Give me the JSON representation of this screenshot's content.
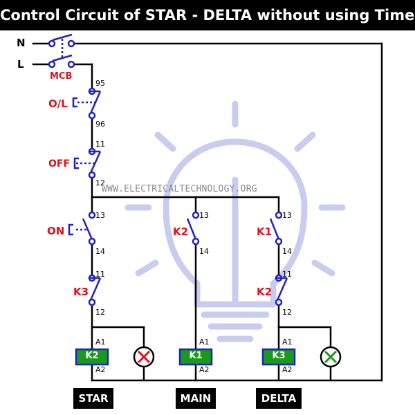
{
  "title": "Control Circuit of STAR - DELTA without using Timer",
  "watermark": "WWW.ELECTRICALTECHNOLOGY.ORG",
  "supply": {
    "neutral": "N",
    "line": "L"
  },
  "labels": {
    "mcb": "MCB",
    "overload": "O/L",
    "off": "OFF",
    "on": "ON",
    "k3_contact": "K3",
    "k2_contact": "K2",
    "k1_contact": "K1",
    "k2_contact_b": "K2"
  },
  "terminals": {
    "ol_top": "95",
    "ol_bottom": "96",
    "off_top": "11",
    "off_bottom": "12",
    "on_top": "13",
    "on_bottom": "14",
    "k3_top": "11",
    "k3_bottom": "12",
    "k2_top": "13",
    "k2_bottom": "14",
    "k1_top": "13",
    "k1_bottom": "14",
    "k2b_top": "11",
    "k2b_bottom": "12",
    "coil1_a1": "A1",
    "coil1_a2": "A2",
    "coil2_a1": "A1",
    "coil2_a2": "A2",
    "coil3_a1": "A1",
    "coil3_a2": "A2"
  },
  "coils": {
    "star": "K2",
    "main": "K1",
    "delta": "K3"
  },
  "tags": {
    "star": "STAR",
    "main": "MAIN",
    "delta": "DELTA"
  },
  "colors": {
    "wire": "#000000",
    "component": "#2020c8",
    "label_red": "#e0101c",
    "coil_fill": "#1a9a1a",
    "lamp_red": "#e0101c",
    "lamp_green": "#1a9a1a",
    "watermark": "#c8cdf0"
  }
}
